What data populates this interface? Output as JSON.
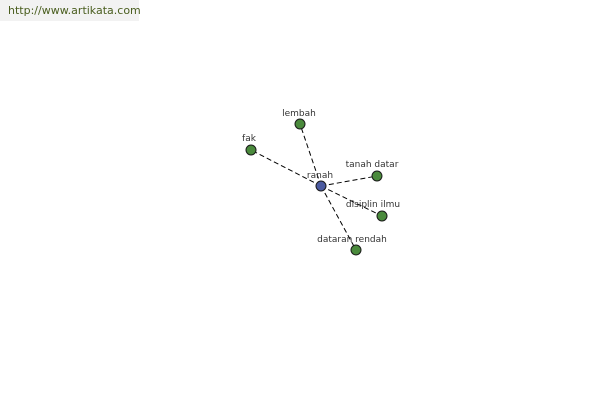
{
  "header": {
    "url": "http://www.artikata.com"
  },
  "colors": {
    "url_text": "#4a5e1f",
    "edge": "#000000",
    "label": "#333333",
    "center_node_fill": "#4b5aa0",
    "leaf_node_fill": "#4a8a3c",
    "node_stroke": "#1a1a1a"
  },
  "graph": {
    "center": {
      "label": "ranah",
      "icon": "blue-circle-node"
    },
    "neighbors": [
      {
        "label": "lembah"
      },
      {
        "label": "fak"
      },
      {
        "label": "tanah datar"
      },
      {
        "label": "disiplin ilmu"
      },
      {
        "label": "dataran rendah"
      }
    ]
  }
}
